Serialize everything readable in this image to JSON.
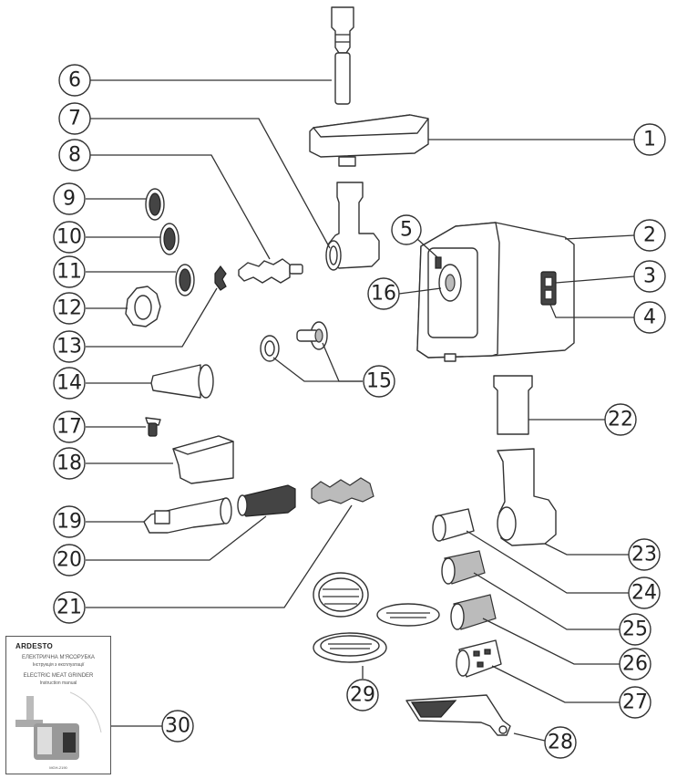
{
  "callouts": [
    "1",
    "2",
    "3",
    "4",
    "5",
    "6",
    "7",
    "8",
    "9",
    "10",
    "11",
    "12",
    "13",
    "14",
    "15",
    "16",
    "17",
    "18",
    "19",
    "20",
    "21",
    "22",
    "23",
    "24",
    "25",
    "26",
    "27",
    "28",
    "29",
    "30"
  ],
  "manual": {
    "brand": "ARDESTO",
    "title_ua": "ЕЛЕКТРИЧНА М'ЯСОРУБКА",
    "subtitle_ua": "Інструкція з експлуатації",
    "title_en": "ELECTRIC MEAT GRINDER",
    "subtitle_en": "Instruction manual",
    "model": "MGH-2190"
  }
}
